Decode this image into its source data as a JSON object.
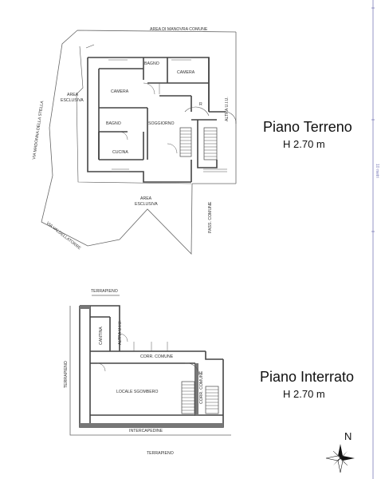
{
  "ground_floor": {
    "title": "Piano Terreno",
    "height": "H 2.70 m",
    "labels": {
      "top_area": "AREA DI MANOVRA COMUNE",
      "bagno_top": "BAGNO",
      "camera_right": "CAMERA",
      "camera_left": "CAMERA",
      "area_esclusiva_1a": "AREA",
      "area_esclusiva_1b": "ESCLUSIVA",
      "via_madonna": "VIA MADONNA DELLA STELLA",
      "bagno_mid": "BAGNO",
      "soggiorno": "SOGGIORNO",
      "cucina": "CUCINA",
      "r_mark": "R",
      "altra_ui": "ALTRA U.I.U.",
      "area_esclusiva_2a": "AREA",
      "area_esclusiva_2b": "ESCLUSIVA",
      "pass_comune": "PASS. COMUNE",
      "via_valdella": "VIA VALDELLATORRE"
    }
  },
  "basement": {
    "title": "Piano Interrato",
    "height": "H 2.70 m",
    "labels": {
      "terrapieno_top": "TERRAPIENO",
      "cantina": "CANTINA",
      "altra_ui": "ALTRA U.I.U.",
      "corr_comune_h": "CORR. COMUNE",
      "corr_comune_v": "CORR. COMUNE",
      "terrapieno_left": "TERRAPIENO",
      "locale_sgombero": "LOCALE SGOMBERO",
      "intercapedine": "INTERCAPEDINE",
      "terrapieno_bottom": "TERRAPIENO"
    }
  },
  "compass": {
    "north_label": "N"
  },
  "scale_note": "10 metri"
}
